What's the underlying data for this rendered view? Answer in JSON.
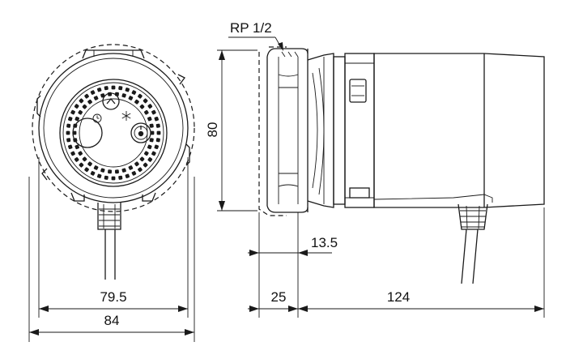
{
  "drawing": {
    "thread_label": "RP 1/2",
    "dim_height": "80",
    "dim_offset": "13.5",
    "dim_inner_width": "79.5",
    "dim_outer_width": "84",
    "dim_port": "25",
    "dim_body": "124",
    "colors": {
      "line": "#1a1a1a",
      "background": "#ffffff"
    }
  }
}
